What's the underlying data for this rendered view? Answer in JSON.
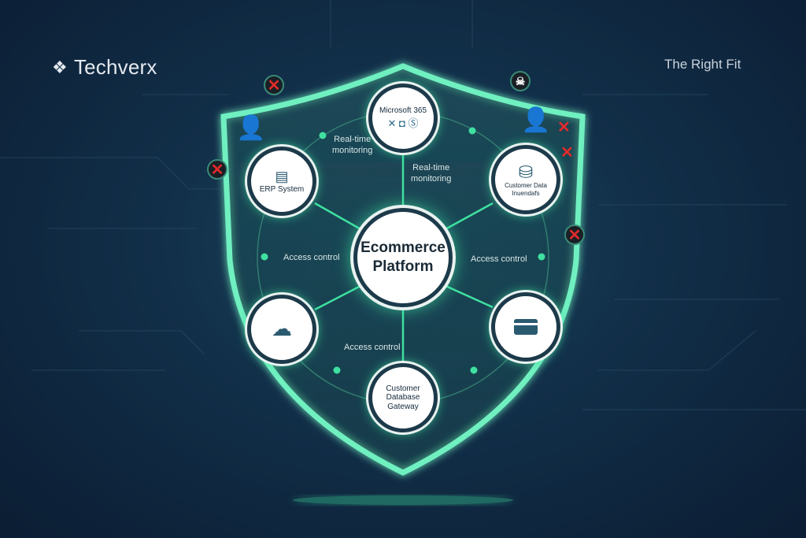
{
  "brand": {
    "name": "Techverx",
    "tagline": "The Right Fit"
  },
  "center": {
    "line1": "Ecommerce",
    "line2": "Platform"
  },
  "nodes": {
    "microsoft": "Microsoft 365",
    "erp": "ERP System",
    "customer_data": {
      "line1": "Customer Data",
      "line2": "Inuendafs"
    },
    "gateway": {
      "line1": "Customer",
      "line2": "Database",
      "line3": "Gateway"
    }
  },
  "labels": {
    "monitor_left": {
      "line1": "Real-time",
      "line2": "monitoring"
    },
    "monitor_right": {
      "line1": "Real-time",
      "line2": "monitoring"
    },
    "access_left": "Access control",
    "access_right": "Access control",
    "access_bottom": "Access control"
  },
  "colors": {
    "accent": "#3fe0a0",
    "threat": "#e02b2b",
    "background": "#0b1d33"
  }
}
